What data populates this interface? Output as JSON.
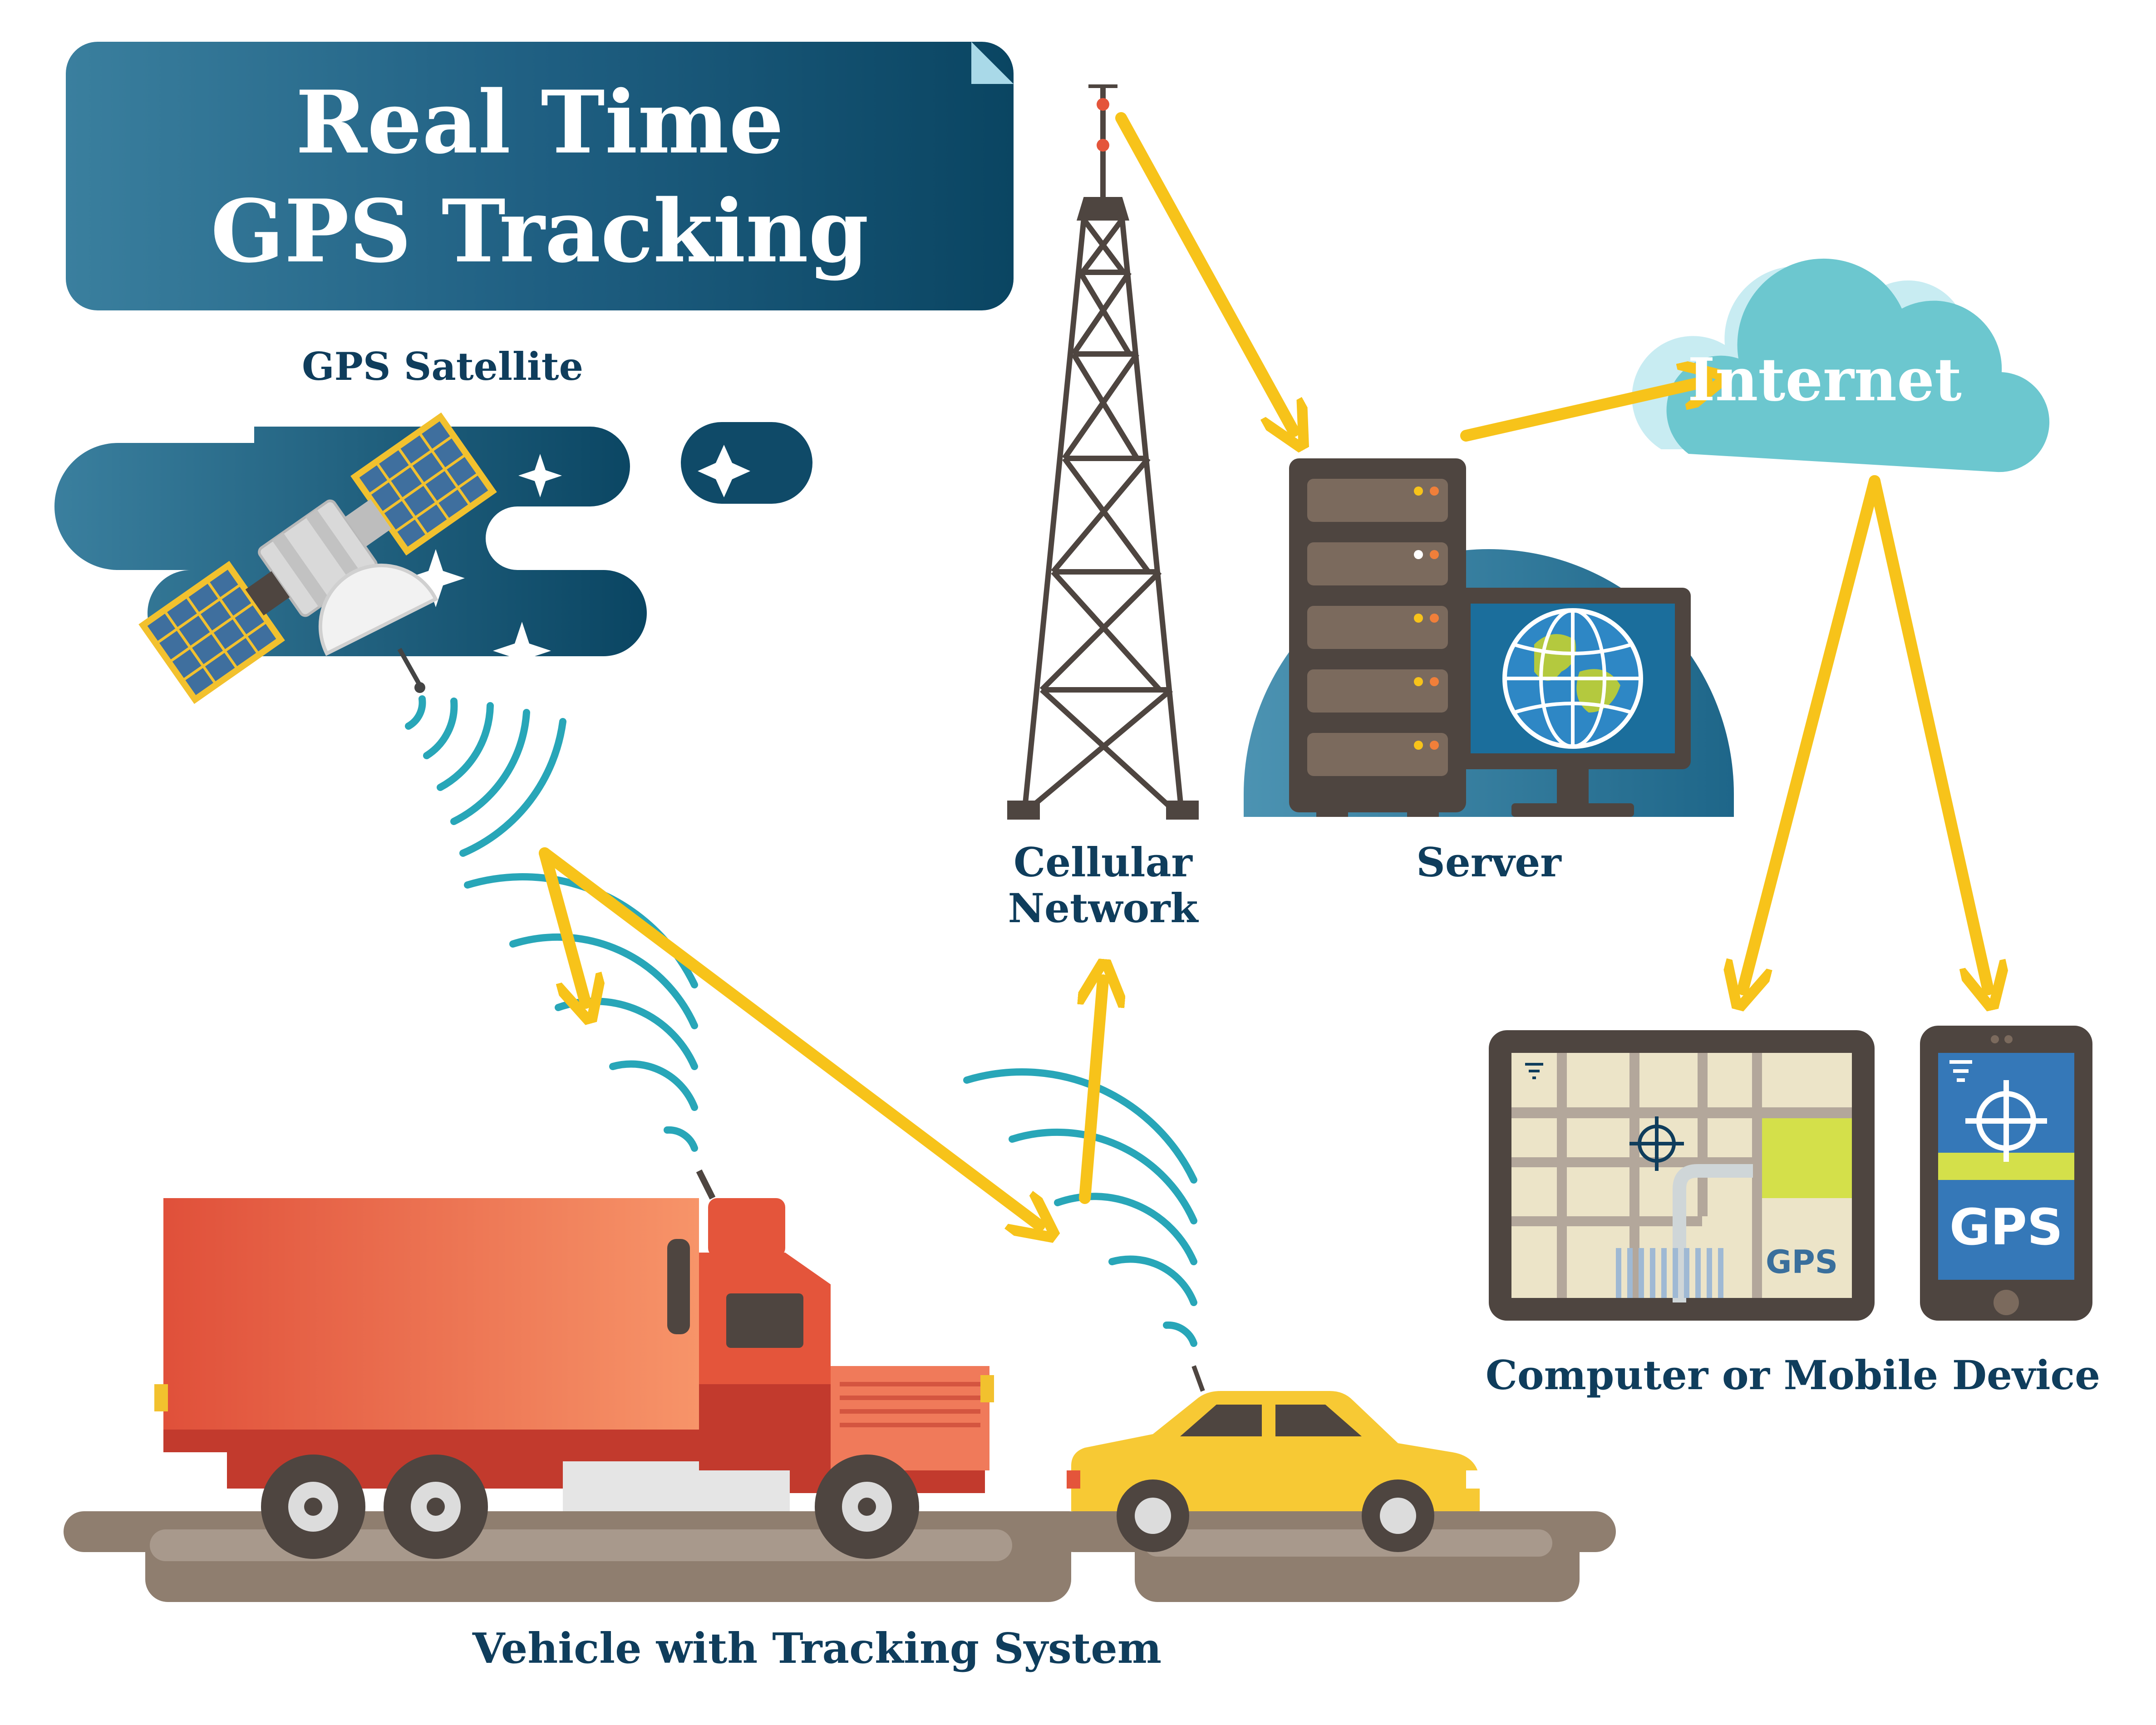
{
  "title": {
    "line1": "Real Time",
    "line2": "GPS Tracking"
  },
  "labels": {
    "satellite": "GPS Satellite",
    "cellular_line1": "Cellular",
    "cellular_line2": "Network",
    "server": "Server",
    "internet": "Internet",
    "devices": "Computer or Mobile Device",
    "vehicle": "Vehicle with Tracking System"
  },
  "device_text": {
    "tablet_gps": "GPS",
    "phone_gps": "GPS"
  },
  "icons": [
    "satellite-icon",
    "cell-tower-icon",
    "server-icon",
    "monitor-globe-icon",
    "cloud-icon",
    "tablet-map-icon",
    "phone-gps-icon",
    "truck-icon",
    "car-icon",
    "signal-wave-icon"
  ],
  "colors": {
    "arrow": "#f7c31a",
    "signal": "#28a6b8",
    "title_bg": "#1f5f82",
    "label_text": "#0f3d5c",
    "cloud": "#6cc7cf",
    "truck": "#e4553b",
    "car": "#f7c934",
    "road": "#8f7e6f"
  }
}
